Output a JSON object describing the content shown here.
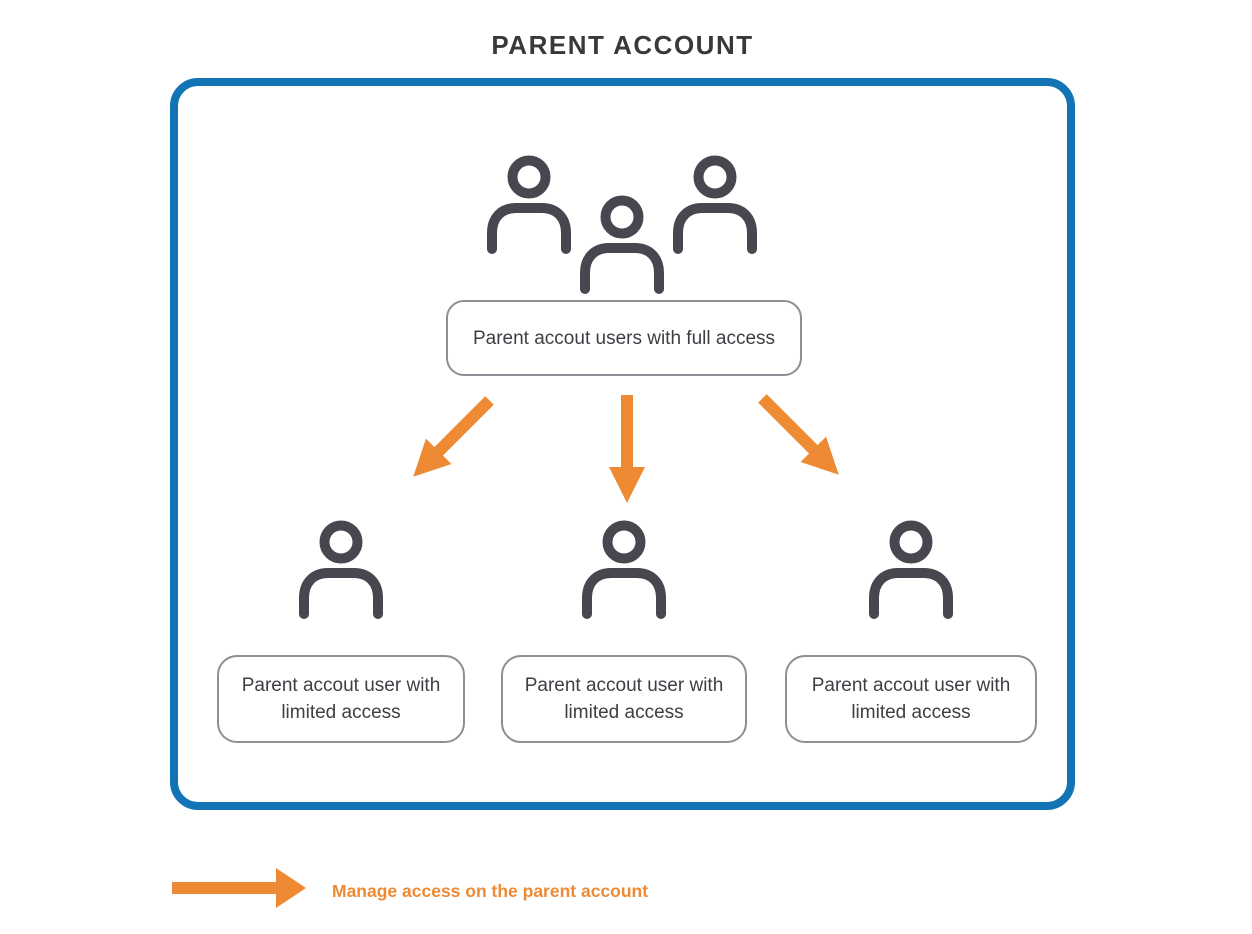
{
  "title": "PARENT ACCOUNT",
  "nodes": {
    "full_access": {
      "icon": "parent-users-group-icon",
      "label": "Parent accout users with full access"
    },
    "limited_access": [
      {
        "icon": "person-icon",
        "label": "Parent accout user with limited access"
      },
      {
        "icon": "person-icon",
        "label": "Parent accout user with limited access"
      },
      {
        "icon": "person-icon",
        "label": "Parent accout user with limited access"
      }
    ]
  },
  "legend": {
    "icon": "manage-access-arrow-icon",
    "label": "Manage access on the parent account"
  },
  "colors": {
    "container_border_blue": "#1273b5",
    "arrow_orange": "#ed8a33",
    "person_icon_gray": "#47474f",
    "label_box_border_gray": "#8e8e96",
    "label_text_gray": "#3e3e45",
    "title_text": "#39393b",
    "legend_text_orange": "#ed8a33"
  }
}
